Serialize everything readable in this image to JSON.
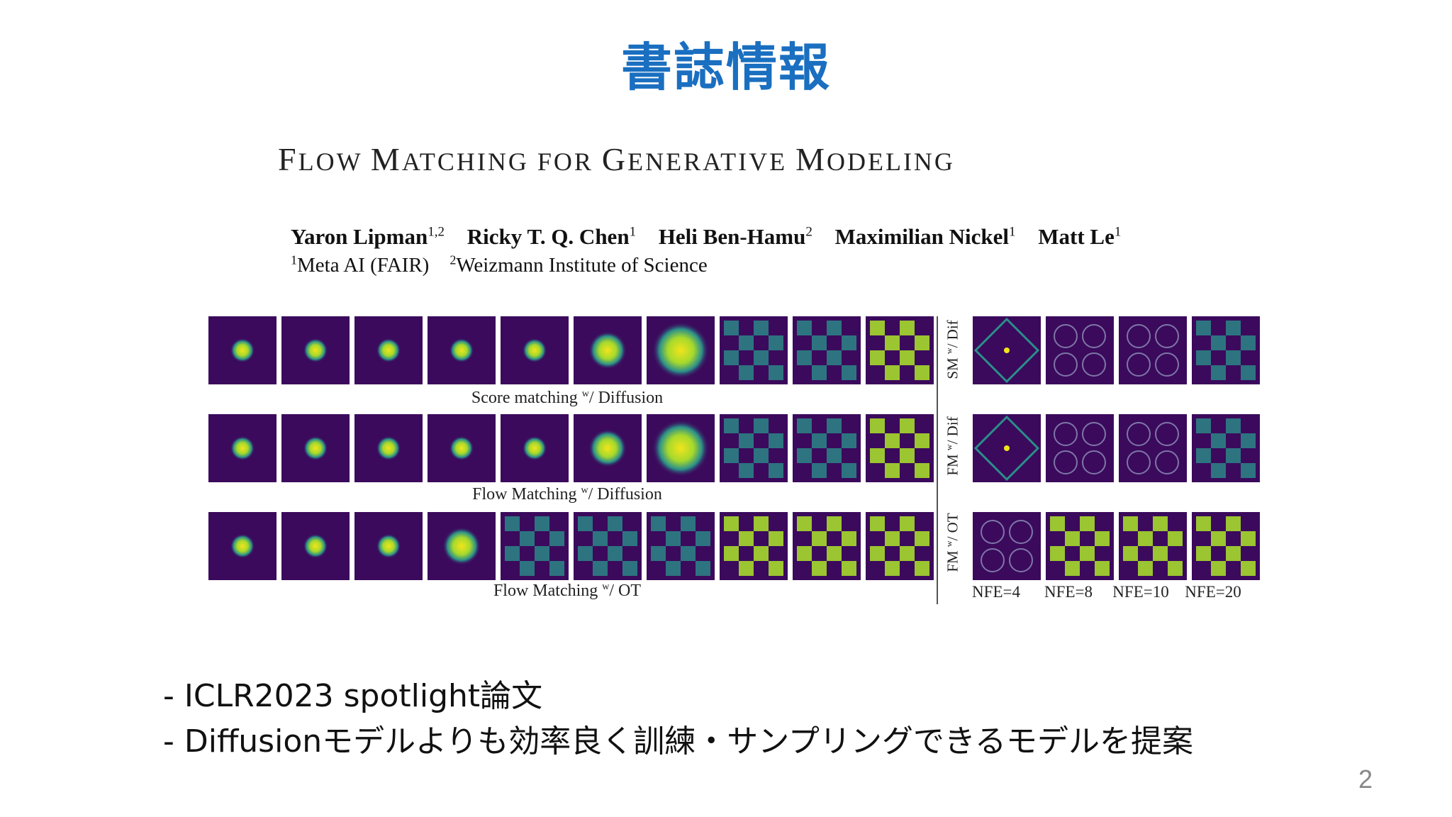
{
  "slide": {
    "title": "書誌情報",
    "page_number": "2"
  },
  "paper": {
    "title_parts": [
      {
        "cap": "F",
        "rest": "LOW "
      },
      {
        "cap": "M",
        "rest": "ATCHING FOR "
      },
      {
        "cap": "G",
        "rest": "ENERATIVE "
      },
      {
        "cap": "M",
        "rest": "ODELING"
      }
    ],
    "authors": [
      {
        "name": "Yaron Lipman",
        "sup": "1,2"
      },
      {
        "name": "Ricky T. Q. Chen",
        "sup": "1"
      },
      {
        "name": "Heli Ben-Hamu",
        "sup": "2"
      },
      {
        "name": "Maximilian Nickel",
        "sup": "1"
      },
      {
        "name": "Matt Le",
        "sup": "1"
      }
    ],
    "affiliations": [
      {
        "sup": "1",
        "name": "Meta AI (FAIR)"
      },
      {
        "sup": "2",
        "name": "Weizmann Institute of Science"
      }
    ]
  },
  "figure": {
    "colors": {
      "background": "#3b0a5c",
      "mid": "#2a8f8a",
      "high": "#a6d92c",
      "peak": "#f2e41c",
      "divider": "#555555"
    },
    "rows": [
      {
        "caption_pre": "Score matching ",
        "caption_sup": "w",
        "caption_post": "/ Diffusion"
      },
      {
        "caption_pre": "Flow Matching ",
        "caption_sup": "w",
        "caption_post": "/ Diffusion"
      },
      {
        "caption_pre": "Flow Matching ",
        "caption_sup": "w",
        "caption_post": "/ OT"
      }
    ],
    "side_labels": [
      {
        "pre": "SM ",
        "sup": "w",
        "post": "/ Dif"
      },
      {
        "pre": "FM ",
        "sup": "w",
        "post": "/ Dif"
      },
      {
        "pre": "FM ",
        "sup": "w",
        "post": "/ OT"
      }
    ],
    "nfe_labels": [
      "NFE=4",
      "NFE=8",
      "NFE=10",
      "NFE=20"
    ]
  },
  "bullets": [
    "- ICLR2023 spotlight論文",
    "- Diffusionモデルよりも効率良く訓練・サンプリングできるモデルを提案"
  ]
}
